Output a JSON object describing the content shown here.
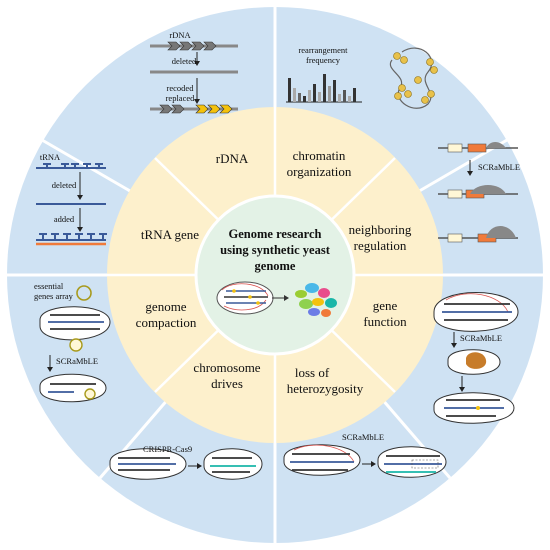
{
  "center": {
    "line1": "Genome research",
    "line2": "using synthetic yeast",
    "line3": "genome"
  },
  "inner_ring": {
    "rdna": "rDNA",
    "chromatin_1": "chromatin",
    "chromatin_2": "organization",
    "neighbor_1": "neighboring",
    "neighbor_2": "regulation",
    "gene_1": "gene",
    "gene_2": "function",
    "loh_1": "loss of",
    "loh_2": "heterozygosity",
    "drives_1": "chromosome",
    "drives_2": "drives",
    "compact_1": "genome",
    "compact_2": "compaction",
    "trna": "tRNA gene"
  },
  "outer": {
    "rdna_top": "rDNA",
    "rdna_deleted": "deleted",
    "rdna_recoded": "recoded",
    "rdna_replaced": "replaced",
    "rearr_1": "rearrangement",
    "rearr_2": "frequency",
    "trna_top": "tRNA",
    "trna_deleted": "deleted",
    "trna_added": "added",
    "essential_1": "essential",
    "essential_2": "genes array",
    "scramble_left": "SCRaMbLE",
    "scramble_right_top": "SCRaMbLE",
    "scramble_right_mid": "SCRaMbLE",
    "scramble_bottom": "SCRaMbLE",
    "crispr": "CRISPR-Cas9"
  },
  "colors": {
    "outer_ring": "#cfe2f3",
    "inner_ring": "#fdf0cc",
    "center": "#e3f2e6",
    "divider": "#ffffff",
    "accent_orange": "#f07a3a",
    "accent_yellow": "#f4c20d"
  }
}
